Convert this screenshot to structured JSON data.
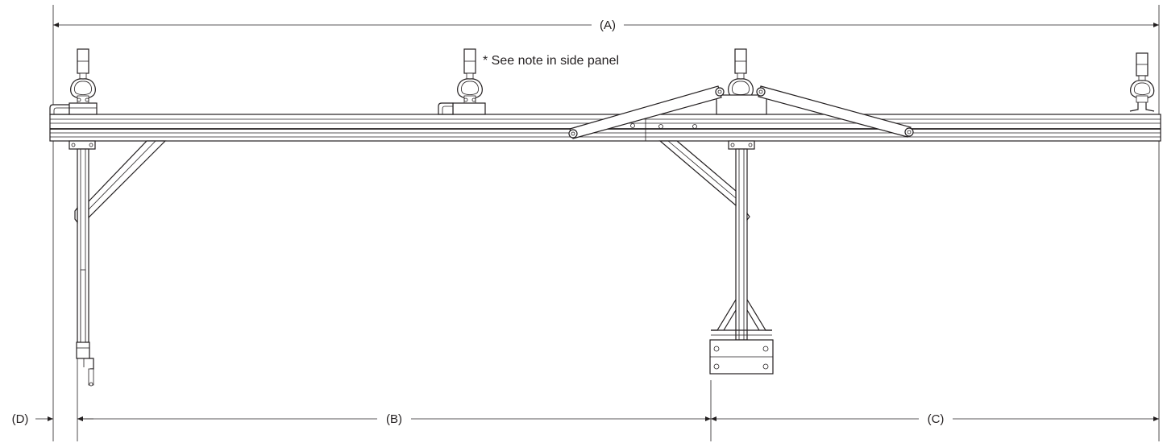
{
  "diagram": {
    "dimensions": {
      "a": "(A)",
      "b": "(B)",
      "c": "(C)",
      "d": "(D)"
    },
    "note": "* See note in side panel"
  }
}
